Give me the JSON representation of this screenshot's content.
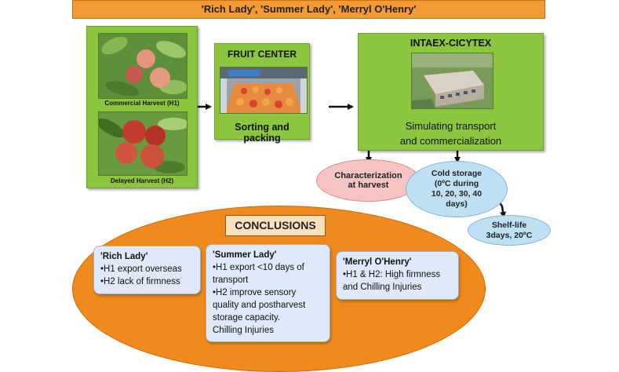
{
  "banner": {
    "title": "'Rich Lady', 'Summer Lady', 'Merryl O'Henry'"
  },
  "harvest": {
    "commercial_label": "Commercial Harvest (H1)",
    "delayed_label": "Delayed Harvest (H2)"
  },
  "fruit_center": {
    "title": "FRUIT CENTER",
    "caption": "Sorting and packing"
  },
  "intaex": {
    "title": "INTAEX-CICYTEX",
    "caption_line1": "Simulating transport",
    "caption_line2": "and commercialization"
  },
  "characterization": {
    "line1": "Characterization",
    "line2": "at harvest"
  },
  "cold_storage": {
    "line1": "Cold storage",
    "line2": "(0ºC  during",
    "line3": "10, 20, 30, 40",
    "line4": "days)"
  },
  "shelf_life": {
    "line1": "Shelf-life",
    "line2": "3days, 20ºC"
  },
  "conclusions": {
    "title": "CONCLUSIONS",
    "rich_lady": {
      "title": "'Rich Lady'",
      "lines": [
        "•H1 export overseas",
        "•H2 lack of firmness"
      ]
    },
    "summer_lady": {
      "title": "'Summer Lady'",
      "lines": [
        "•H1 export <10 days of",
        "transport",
        "•H2 improve sensory",
        "quality and postharvest",
        "storage capacity.",
        "Chilling Injuries"
      ]
    },
    "merryl": {
      "title": "'Merryl O'Henry'",
      "lines": [
        "•H1 & H2: High firmness",
        "and Chilling Injuries"
      ]
    }
  },
  "colors": {
    "orange": "#f39a35",
    "green": "#8cc63f",
    "pink": "#f7c4c4",
    "blue": "#bfe0f3",
    "box": "#dfe9f7"
  }
}
